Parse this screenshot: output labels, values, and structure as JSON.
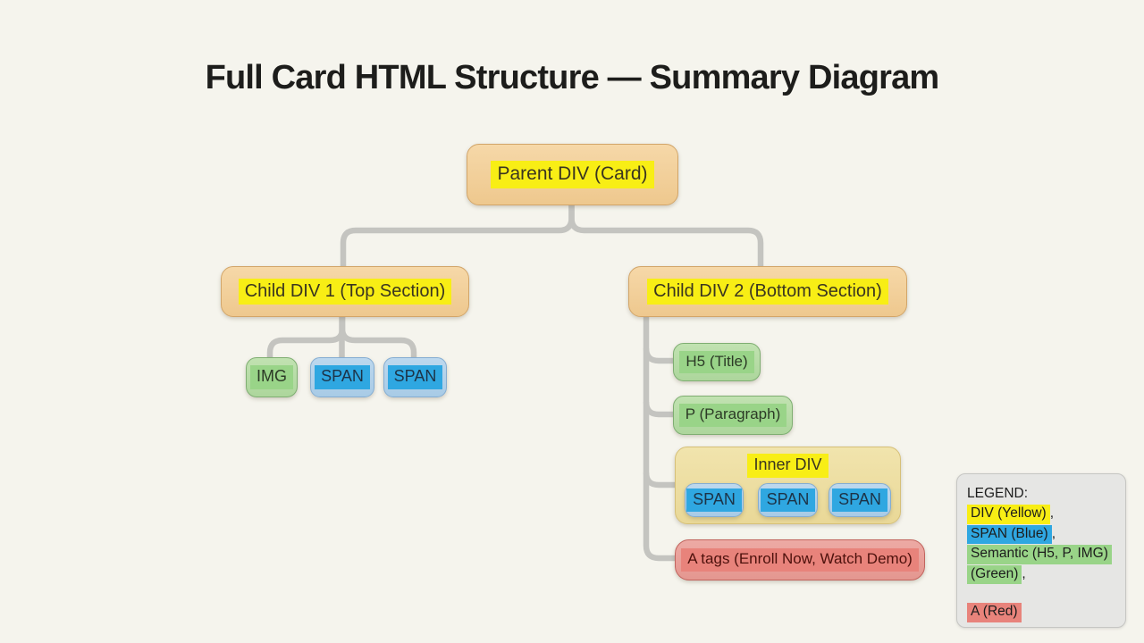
{
  "title": "Full Card HTML Structure — Summary Diagram",
  "tree": {
    "parent": {
      "label": "Parent DIV (Card)"
    },
    "child1": {
      "label": "Child DIV 1 (Top Section)",
      "children": [
        {
          "label": "IMG"
        },
        {
          "label": "SPAN"
        },
        {
          "label": "SPAN"
        }
      ]
    },
    "child2": {
      "label": "Child DIV 2 (Bottom Section)",
      "children": {
        "h5": {
          "label": "H5 (Title)"
        },
        "p": {
          "label": "P (Paragraph)"
        },
        "inner_div": {
          "label": "Inner DIV",
          "spans": [
            {
              "label": "SPAN"
            },
            {
              "label": "SPAN"
            },
            {
              "label": "SPAN"
            }
          ]
        },
        "a_tags": {
          "label": "A tags (Enroll Now, Watch Demo)"
        }
      }
    }
  },
  "legend": {
    "title": "LEGEND:",
    "items": [
      {
        "text": "DIV (Yellow)",
        "suffix": ",",
        "color_name": "yellow"
      },
      {
        "text": "SPAN (Blue)",
        "suffix": ",",
        "color_name": "blue"
      },
      {
        "text": "Semantic (H5, P, IMG)",
        "suffix": "",
        "color_name": "green"
      },
      {
        "text": "(Green)",
        "suffix": ",",
        "color_name": "green"
      },
      {
        "text": "A (Red)",
        "suffix": "",
        "color_name": "red"
      }
    ]
  },
  "colors": {
    "background": "#f5f4ed",
    "connector_gray": "#c4c4c0",
    "highlight_yellow": "#f8ee15",
    "highlight_blue": "#2fa7e1",
    "highlight_green": "#99d488",
    "highlight_red": "#e8837b",
    "node_tan": "#f2d09c",
    "node_green": "#b7dda6",
    "node_blue": "#b3d2ea",
    "node_inner_yellow": "#eee0a6",
    "node_red": "#ea9f99",
    "legend_bg": "#e6e6e4"
  }
}
